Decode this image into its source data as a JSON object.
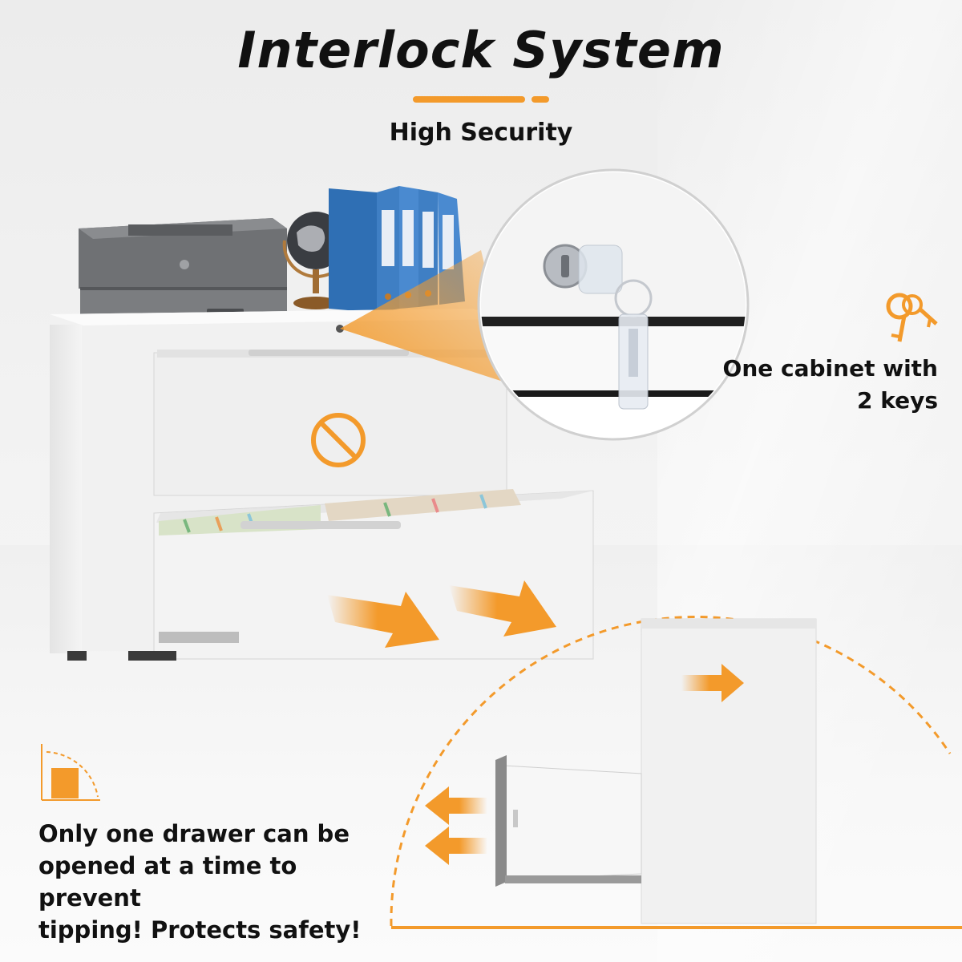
{
  "header": {
    "title": "Interlock System",
    "subtitle": "High Security"
  },
  "keys_feature": {
    "caption_line1": "One cabinet with",
    "caption_line2": "2 keys"
  },
  "interlock_feature": {
    "caption_line1": "Only one drawer can be",
    "caption_line2": "opened at a time to prevent",
    "caption_line3": "tipping! Protects safety!"
  },
  "colors": {
    "accent": "#f39a2b",
    "text": "#111111",
    "cabinet": "#f1f1f1",
    "printer": "#6d6f72",
    "binders": "#3f7fc4"
  },
  "icons": [
    "no-entry-icon",
    "keys-icon",
    "drawer-arrow-icon",
    "tip-angle-icon",
    "lock-icon"
  ]
}
